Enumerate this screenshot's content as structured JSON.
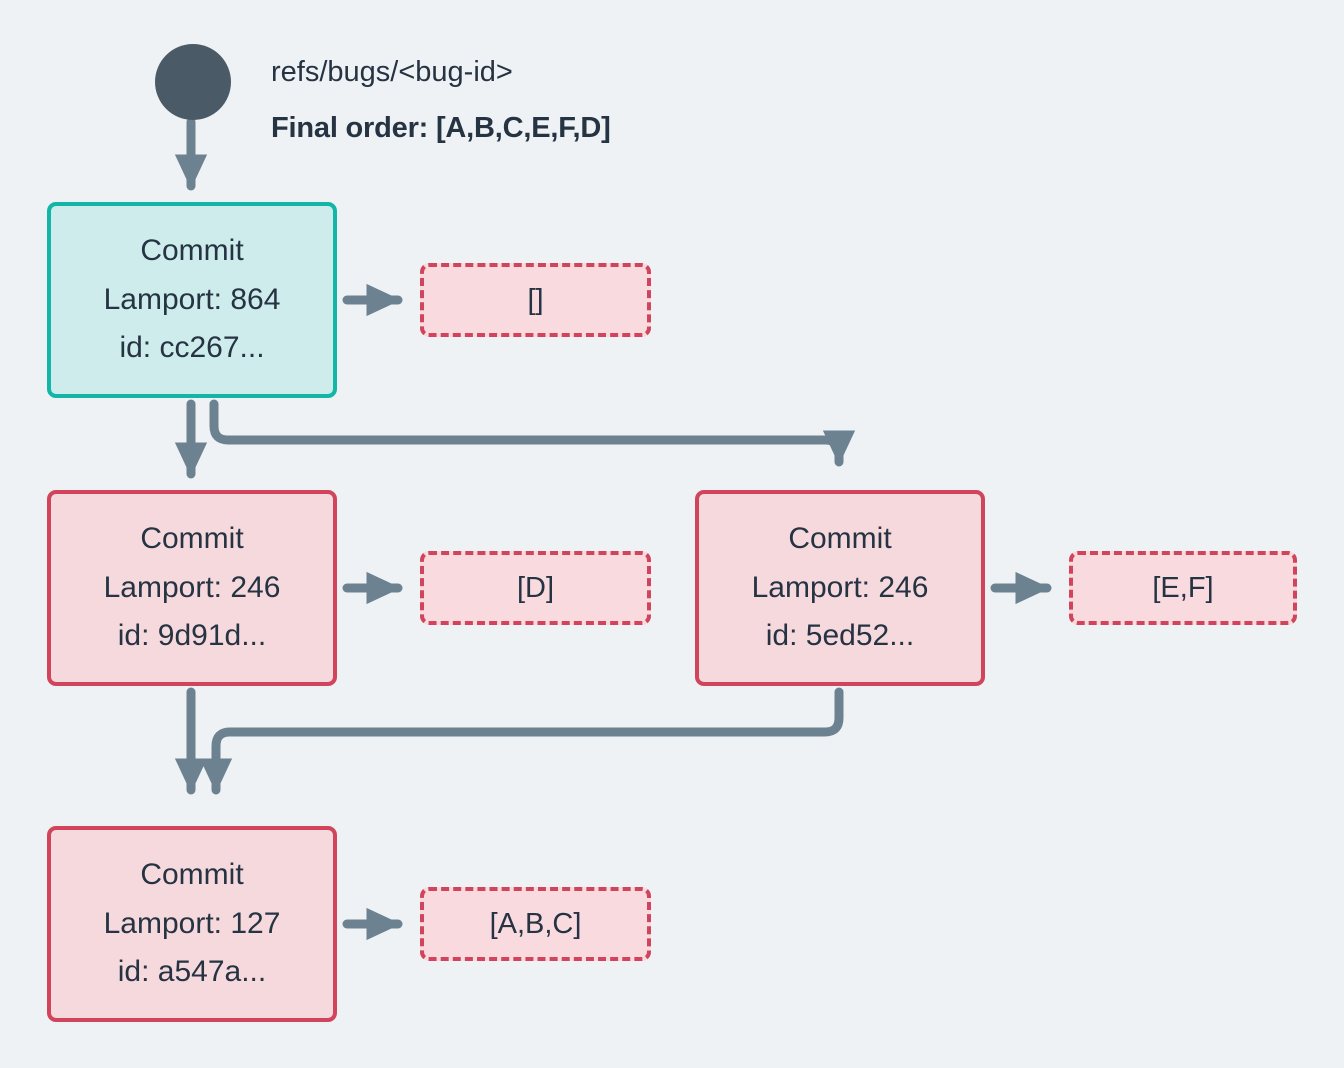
{
  "background": "#eef2f5",
  "colors": {
    "accent_teal": "#13b5a6",
    "teal_fill": "#cdeceb",
    "accent_crimson": "#d0455c",
    "pink_fill": "#f6d9dd",
    "op_fill": "#f8dadf",
    "text": "#253343",
    "edge": "#6d8291",
    "root_dot": "#4a5a66"
  },
  "header": {
    "ref_label": "refs/bugs/<bug-id>",
    "final_order_label": "Final order: [A,B,C,E,F,D]",
    "root_icon": "root-dot-icon"
  },
  "nodes": [
    {
      "id": "cc267",
      "kind": "commit",
      "style": "teal",
      "title": "Commit",
      "lamport": "Lamport: 864",
      "hash": "id: cc267...",
      "operations": "[]"
    },
    {
      "id": "9d91d",
      "kind": "commit",
      "style": "pink",
      "title": "Commit",
      "lamport": "Lamport: 246",
      "hash": "id: 9d91d...",
      "operations": "[D]"
    },
    {
      "id": "5ed52",
      "kind": "commit",
      "style": "pink",
      "title": "Commit",
      "lamport": "Lamport: 246",
      "hash": "id: 5ed52...",
      "operations": "[E,F]"
    },
    {
      "id": "a547a",
      "kind": "commit",
      "style": "pink",
      "title": "Commit",
      "lamport": "Lamport: 127",
      "hash": "id: a547a...",
      "operations": "[A,B,C]"
    }
  ],
  "edges": [
    {
      "from": "root",
      "to": "cc267"
    },
    {
      "from": "cc267",
      "to": "9d91d"
    },
    {
      "from": "cc267",
      "to": "5ed52"
    },
    {
      "from": "9d91d",
      "to": "a547a"
    },
    {
      "from": "5ed52",
      "to": "a547a"
    },
    {
      "from": "cc267",
      "to": "ops-cc267"
    },
    {
      "from": "9d91d",
      "to": "ops-9d91d"
    },
    {
      "from": "5ed52",
      "to": "ops-5ed52"
    },
    {
      "from": "a547a",
      "to": "ops-a547a"
    }
  ]
}
